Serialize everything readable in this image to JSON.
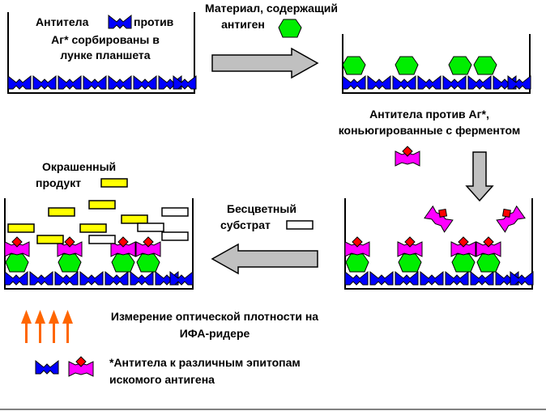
{
  "labels": {
    "step1_line1": "Антитела",
    "step1_line1b": "против",
    "step1_line2": "Аг* сорбированы в",
    "step1_line3": "лунке планшета",
    "antigen_line1": "Материал, содержащий",
    "antigen_line2": "антиген",
    "conj_line1": "Антитела против Аг*,",
    "conj_line2": "коньюгированные с ферментом",
    "product_line1": "Окрашенный",
    "product_line2": "продукт",
    "substrate_line1": "Бесцветный",
    "substrate_line2": "субстрат",
    "measure_line1": "Измерение оптической плотности на",
    "measure_line2": "ИФА-ридере",
    "legend_line1": "*Антитела к различным эпитопам",
    "legend_line2": "искомого антигена"
  },
  "colors": {
    "antibody_blue": "#0000ff",
    "antigen_green": "#00ee00",
    "conjugate_magenta": "#ff00ff",
    "enzyme_red": "#ff0000",
    "product_yellow": "#ffff00",
    "arrow_gray": "#c0c0c0",
    "measure_arrow_orange": "#ff6600"
  }
}
